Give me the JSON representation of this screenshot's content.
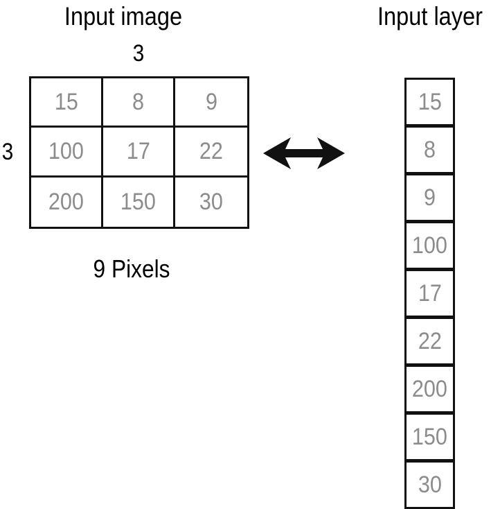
{
  "input_image": {
    "title": "Input image",
    "width_label": "3",
    "height_label": "3",
    "caption": "9 Pixels",
    "pixels": [
      [
        "15",
        "8",
        "9"
      ],
      [
        "100",
        "17",
        "22"
      ],
      [
        "200",
        "150",
        "30"
      ]
    ]
  },
  "input_layer": {
    "title": "Input layer",
    "nodes": [
      "15",
      "8",
      "9",
      "100",
      "17",
      "22",
      "200",
      "150",
      "30"
    ]
  },
  "colors": {
    "lines": "#111111",
    "values": "#8c8c8c",
    "text": "#000000"
  },
  "icons": {
    "connector": "double-headed-arrow-icon"
  }
}
